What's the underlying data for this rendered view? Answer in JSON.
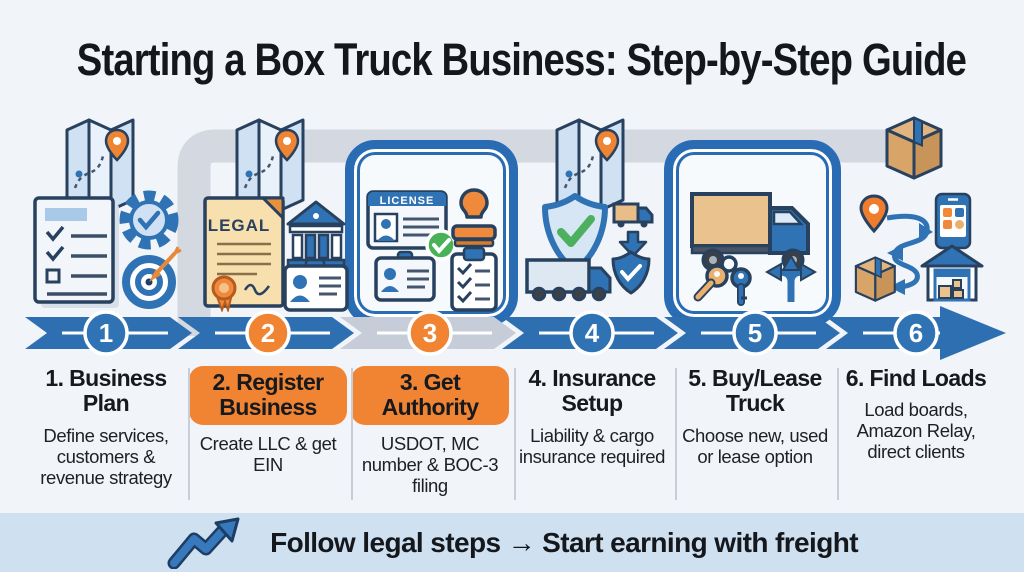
{
  "title": "Starting a Box Truck Business: Step-by-Step Guide",
  "steps": [
    {
      "number": "1",
      "title": "1. Business Plan",
      "description": "Define services, customers & revenue strategy",
      "highlighted": false,
      "framed": false,
      "circle_color": "#2f73b5",
      "icons": [
        "map-icon",
        "checklist-document-icon",
        "gear-check-icon",
        "target-icon"
      ]
    },
    {
      "number": "2",
      "title": "2. Register Business",
      "description": "Create LLC & get EIN",
      "highlighted": true,
      "framed": false,
      "circle_color": "#f08433",
      "legal_label": "LEGAL",
      "icons": [
        "map-icon",
        "legal-document-icon",
        "bank-building-icon",
        "id-card-icon"
      ]
    },
    {
      "number": "3",
      "title": "3. Get Authority",
      "description": "USDOT, MC number & BOC-3 filing",
      "highlighted": true,
      "framed": true,
      "circle_color": "#f08433",
      "license_label": "LICENSE",
      "icons": [
        "license-card-icon",
        "stamp-icon",
        "id-badge-icon",
        "clipboard-checklist-icon"
      ]
    },
    {
      "number": "4",
      "title": "4. Insurance Setup",
      "description": "Liability & cargo insurance required",
      "highlighted": false,
      "framed": false,
      "circle_color": "#2f73b5",
      "icons": [
        "map-icon",
        "shield-check-icon",
        "delivery-truck-icon",
        "down-arrow-icon",
        "shield-verified-icon",
        "cargo-truck-icon"
      ]
    },
    {
      "number": "5",
      "title": "5. Buy/Lease Truck",
      "description": "Choose new, used or lease option",
      "highlighted": false,
      "framed": true,
      "circle_color": "#2f73b5",
      "icons": [
        "box-truck-icon",
        "keys-icon",
        "three-way-arrow-icon"
      ]
    },
    {
      "number": "6",
      "title": "6. Find Loads",
      "description": "Load boards, Amazon Relay, direct clients",
      "highlighted": false,
      "framed": false,
      "circle_color": "#2f73b5",
      "icons": [
        "package-box-icon",
        "location-pin-icon",
        "route-path-icon",
        "mobile-app-icon",
        "package-box-icon",
        "warehouse-icon"
      ]
    }
  ],
  "banner": {
    "text": "Follow legal steps → Start earning with freight",
    "icon": "trend-arrow-icon"
  },
  "colors": {
    "background": "#f1f4f8",
    "banner_bg": "#cfe0f0",
    "accent_blue": "#2f73b5",
    "accent_orange": "#f08433",
    "frame_blue": "#2a6cb4",
    "chevron_gray": "#c7cdd8",
    "road_gray": "#d3d8e1"
  }
}
